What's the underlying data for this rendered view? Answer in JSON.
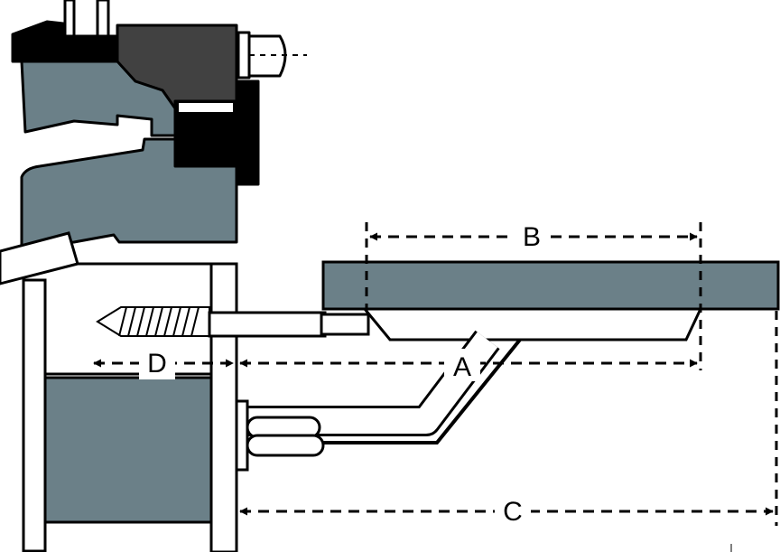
{
  "labels": {
    "a": "A",
    "b": "B",
    "c": "C",
    "d": "D"
  },
  "colors": {
    "body": "#6b8088",
    "dark": "#414141",
    "black": "#000000",
    "outline": "#000000",
    "background": "#ffffff"
  }
}
